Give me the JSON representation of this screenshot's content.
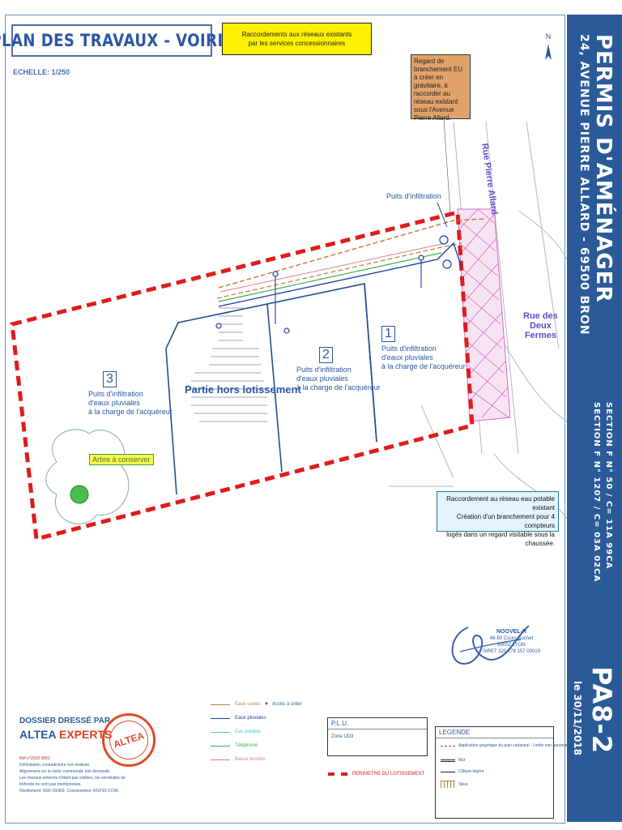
{
  "title": "PLAN DES TRAVAUX - VOIRIE",
  "scale": "ECHELLE: 1/250",
  "yellow_note": [
    "Raccordements aux réseaux existants",
    "par les services concessionnaires"
  ],
  "orange_note": "Regard de branchement EU à créer en gravitaire, à raccorder au réseau existant sous l'Avenue Pierre Allard.",
  "blue_note": [
    "Raccordement au réseau eau potable existant",
    "Création d'un branchement pour 4 compteurs",
    "logés dans un regard visitable sous la chaussée."
  ],
  "side": {
    "main_title": "PERMIS D'AMÉNAGER",
    "address": "24, AVENUE PIERRE ALLARD - 69500 BRON",
    "section1": "SECTION F N° 50 / C= 11A 99CA",
    "section2": "SECTION F N° 1207 / C= 03A 02CA",
    "code": "PA8-2",
    "date": "le 30/11/2018"
  },
  "map": {
    "lots": [
      {
        "number": "1",
        "text": [
          "Puits d'infiltration",
          "d'eaux pluviales",
          "à la charge de l'acquéreur"
        ]
      },
      {
        "number": "2",
        "text": [
          "Puits d'infiltration",
          "d'eaux pluviales",
          "à la charge de l'acquéreur"
        ]
      },
      {
        "number": "3",
        "text": [
          "Puits d'infiltration",
          "d'eaux pluviales",
          "à la charge de l'acquéreur"
        ]
      }
    ],
    "hors_lotissement": "Partie hors lotissement",
    "arbre": "Arbre à conserver",
    "puits_label": "Puits d'infiltration",
    "street_allard": "Rue Pierre Allard",
    "street_deux_fermes": [
      "Rue des",
      "Deux",
      "Fermes"
    ],
    "north": "N"
  },
  "bottom": {
    "dossier": "DOSSIER DRESSÉ PAR",
    "altea": "ALTEA",
    "experts": "EXPERTS",
    "ref": "Réf n°2018 0891",
    "notes": [
      "Délimitation contradictoire non réalisée.",
      "Alignement sur la voirie communale non demandé.",
      "Les réseaux enterrés n'étant pas visibles, les servitudes de tréfonds ne sont pas mentionnées.",
      "Nivellement: NGF-IGN69. Coordonnées: RGF93-CC46."
    ],
    "stamp": "ALTEA",
    "networks": [
      {
        "label": "Eaux usées",
        "color": "#c8773a"
      },
      {
        "label": "Eaux pluviales",
        "color": "#1d3ea8"
      },
      {
        "label": "Eau potable",
        "color": "#4ec9d9"
      },
      {
        "label": "Téléphone",
        "color": "#37b24d"
      },
      {
        "label": "Basse tension",
        "color": "#e0808a"
      }
    ],
    "acces": "Accès à créer",
    "perimetre": "PERIMETRE DU LOTISSEMENT",
    "plu_title": "P.L.U.",
    "plu_zone": "Zone UD3",
    "legend_title": "LEGENDE",
    "legend_rows": [
      "Application graphique du plan cadastral - Limite non garantie",
      "Mur",
      "Clôture légère",
      "Talus"
    ],
    "signature": {
      "name": "NOOVEL-R",
      "address1": "48-50 Cours Suchet",
      "address2": "69002 LYON",
      "siret": "SIRET 320 778 157 00019"
    }
  }
}
